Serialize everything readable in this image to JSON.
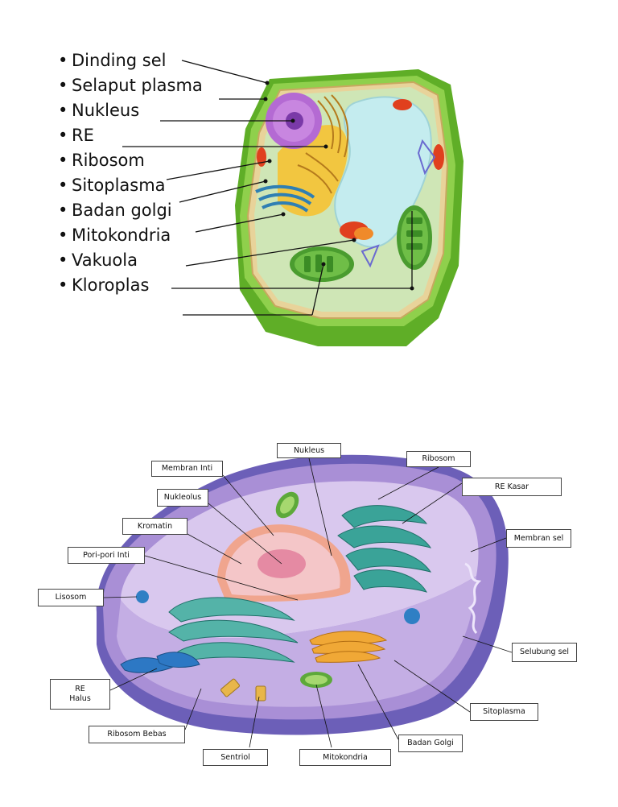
{
  "plant_cell": {
    "labels": [
      "Dinding sel",
      "Selaput plasma",
      "Nukleus",
      "RE",
      "Ribosom",
      "Sitoplasma",
      "Badan golgi",
      "Mitokondria",
      "Vakuola",
      "Kloroplas"
    ],
    "bullet": "•"
  },
  "animal_cell": {
    "labels": {
      "nukleus": "Nukleus",
      "ribosom": "Ribosom",
      "membran_inti": "Membran Inti",
      "re_kasar": "RE Kasar",
      "nukleolus": "Nukleolus",
      "membran_sel": "Membran sel",
      "kromatin": "Kromatin",
      "pori_pori_inti": "Pori-pori Inti",
      "lisosom": "Lisosom",
      "selubung_sel": "Selubung sel",
      "re_halus_1": "RE",
      "re_halus_2": "Halus",
      "sitoplasma": "Sitoplasma",
      "ribosom_bebas": "Ribosom Bebas",
      "badan_golgi": "Badan Golgi",
      "sentriol": "Sentriol",
      "mitokondria": "Mitokondria"
    }
  },
  "colors": {
    "cell_wall": "#7cc63a",
    "cell_wall_dark": "#4f9a1d",
    "cytoplasm_plant": "#cfe6b6",
    "vacuole": "#cdeef0",
    "nucleus_plant": "#b46ad3",
    "animal_membrane": "#a98fd6",
    "animal_cytoplasm": "#d9c8ee",
    "nucleus_animal": "#e7a4ae",
    "er": "#3aa398"
  }
}
